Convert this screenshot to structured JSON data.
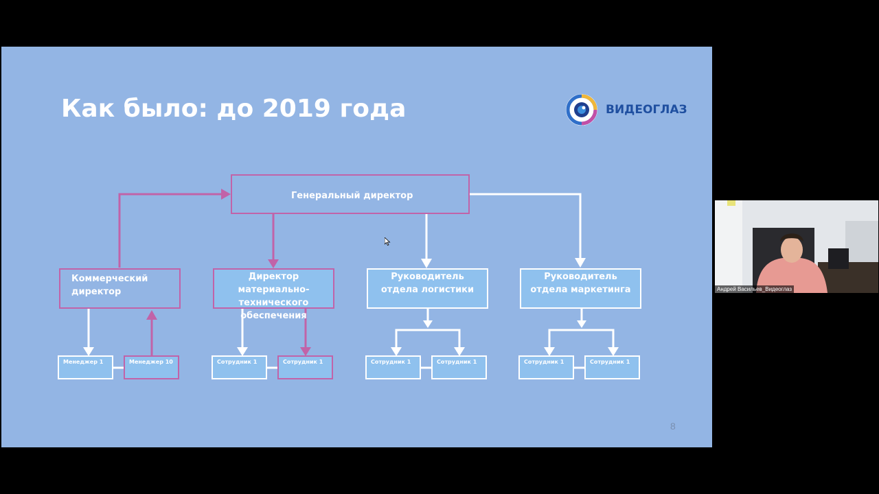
{
  "slide": {
    "title": "Как было: до 2019 года",
    "logo_text": "ВИДЕОГЛАЗ",
    "page_number": "8"
  },
  "org_chart": {
    "ceo": "Генеральный директор",
    "managers": [
      "Коммерческий директор",
      "Директор материально-технического обеспечения",
      "Руководитель  отдела логистики",
      "Руководитель отдела маркетинга"
    ],
    "staff": [
      [
        "Менеджер 1",
        "Менеджер 10"
      ],
      [
        "Сотрудник 1",
        "Сотрудник 1"
      ],
      [
        "Сотрудник 1",
        "Сотрудник 1"
      ],
      [
        "Сотрудник 1",
        "Сотрудник 1"
      ]
    ]
  },
  "colors": {
    "slide_bg": "#93b5e4",
    "pink": "#c163a8",
    "white": "#ffffff",
    "box_fill": "#8fc1ee",
    "brand": "#1f4fa0"
  },
  "webcam": {
    "participant_name": "Андрей Васильев_Видеоглаз"
  }
}
